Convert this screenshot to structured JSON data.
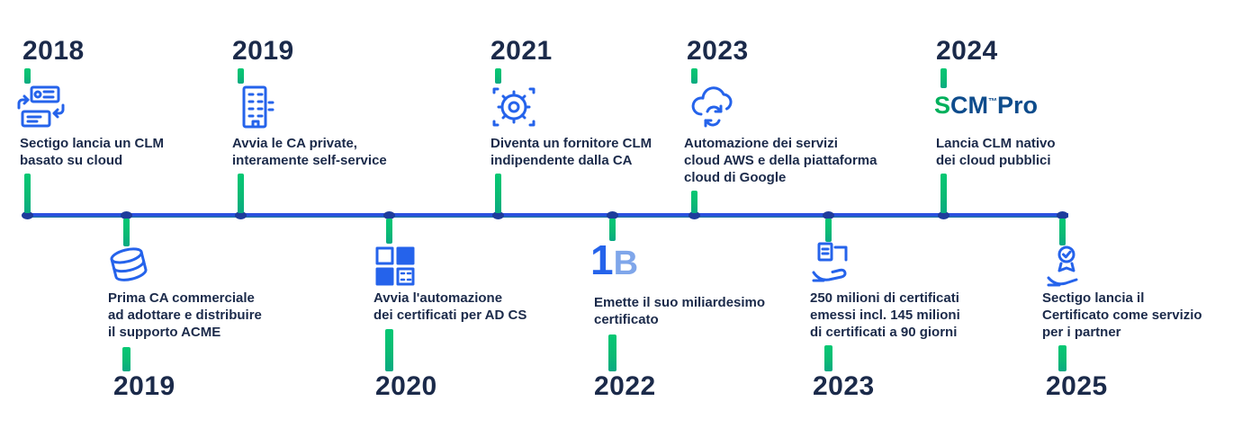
{
  "colors": {
    "navy": "#1b2a4a",
    "icon_blue": "#2563eb",
    "line_blue": "#2b50e0",
    "line_teal": "#1f7d99",
    "connector_green": "#05c873",
    "connector_teal": "#0aa982",
    "node_blue": "#1e3c9c",
    "logo_green": "#00b05c",
    "logo_navy": "#0e4c8c"
  },
  "timeline": {
    "top": [
      {
        "year": "2018",
        "icon": "clm-cloud-sync-icon",
        "lines": [
          "Sectigo lancia un CLM",
          "basato su cloud"
        ]
      },
      {
        "year": "2019",
        "icon": "private-ca-building-icon",
        "lines": [
          "Avvia le CA private,",
          "interamente self-service"
        ]
      },
      {
        "year": "2021",
        "icon": "ca-agnostic-gear-icon",
        "lines": [
          "Diventa un fornitore CLM",
          "indipendente dalla CA"
        ]
      },
      {
        "year": "2023",
        "icon": "cloud-services-sync-icon",
        "lines": [
          "Automazione dei servizi",
          "cloud AWS e della piattaforma",
          "cloud di Google"
        ]
      },
      {
        "year": "2024",
        "icon": "scm-pro-logo",
        "logo": {
          "s": "S",
          "cm": "CM",
          "tm": "™",
          "pro": "Pro"
        },
        "lines": [
          "Lancia CLM nativo",
          "dei cloud pubblici"
        ]
      }
    ],
    "bottom": [
      {
        "year": "2019",
        "icon": "commercial-ca-coins-icon",
        "lines": [
          "Prima CA commerciale",
          "ad adottare e distribuire",
          "il supporto ACME"
        ]
      },
      {
        "year": "2020",
        "icon": "ad-cs-window-icon",
        "lines": [
          "Avvia l'automazione",
          "dei certificati per AD CS"
        ]
      },
      {
        "year": "2022",
        "icon": "one-billion-icon",
        "icon_text": {
          "one": "1",
          "b": "B"
        },
        "lines": [
          "Emette il suo miliardesimo",
          "certificato"
        ]
      },
      {
        "year": "2023",
        "icon": "certificates-issued-icon",
        "lines": [
          "250 milioni di certificati",
          "emessi incl. 145 milioni",
          "di certificati a 90 giorni"
        ]
      },
      {
        "year": "2025",
        "icon": "caas-certificate-icon",
        "lines": [
          "Sectigo lancia il",
          "Certificato come servizio",
          "per i partner"
        ]
      }
    ]
  }
}
